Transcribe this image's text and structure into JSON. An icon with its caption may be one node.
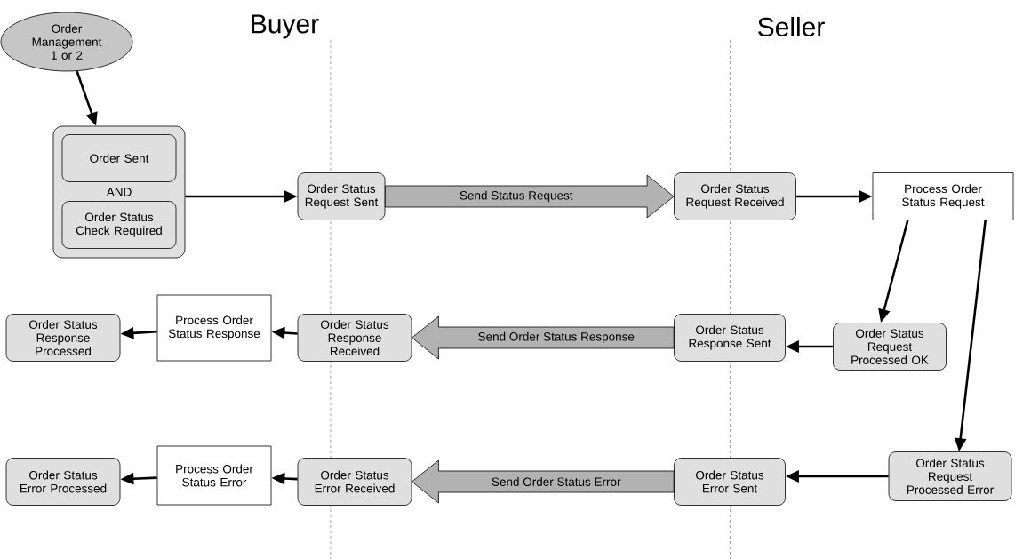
{
  "diagram": {
    "nodes": [
      {
        "text": [
          "Order Management 1 or 2"
        ]
      },
      {
        "text": [
          "AND"
        ]
      },
      {
        "text": [
          "Order Sent"
        ],
        "in": 1
      },
      {
        "text": [
          "Order Status Check Required"
        ],
        "in": 1
      },
      {
        "text": [
          "Order Status Request Sent"
        ]
      },
      {
        "text": [
          "Order Status Request Received"
        ]
      },
      {
        "text": [
          "Process Order Status Request"
        ]
      },
      {
        "text": [
          "Order Status Request Processed OK"
        ]
      },
      {
        "text": [
          "Order Status Response Sent"
        ]
      },
      {
        "text": [
          "Order Status Response Received"
        ]
      },
      {
        "text": [
          "Process Order Status Response"
        ]
      },
      {
        "text": [
          "Order Status Response Processed"
        ]
      },
      {
        "text": [
          "Order Status Request Processed Error"
        ]
      },
      {
        "text": [
          "Order Status Error Sent"
        ]
      },
      {
        "text": [
          "Order Status Error Received"
        ]
      },
      {
        "text": [
          "Process Order Status Error"
        ]
      },
      {
        "text": [
          "Order Status Error Processed"
        ]
      }
    ],
    "edges": [
      {
        "from": 0,
        "to": 1,
        "arrow": "to"
      },
      {
        "from": 1,
        "to": 4,
        "arrow": "to"
      },
      {
        "from": 4,
        "to": 5,
        "arrow": "to",
        "label": "Send Status Request",
        "style": "thick",
        "color": "#b2b2b2"
      },
      {
        "from": 5,
        "to": 6,
        "arrow": "to"
      },
      {
        "from": 6,
        "to": 7,
        "arrow": "to"
      },
      {
        "from": 6,
        "to": 12,
        "arrow": "to"
      },
      {
        "from": 7,
        "to": 8,
        "arrow": "to"
      },
      {
        "from": 8,
        "to": 9,
        "arrow": "to",
        "label": "Send Order Status Response",
        "style": "thick",
        "color": "#b2b2b2"
      },
      {
        "from": 9,
        "to": 10,
        "arrow": "to"
      },
      {
        "from": 10,
        "to": 11,
        "arrow": "to"
      },
      {
        "from": 12,
        "to": 13,
        "arrow": "to"
      },
      {
        "from": 13,
        "to": 14,
        "arrow": "to",
        "label": "Send Order Status Error",
        "style": "thick",
        "color": "#b2b2b2"
      },
      {
        "from": 14,
        "to": 15,
        "arrow": "to"
      },
      {
        "from": 15,
        "to": 16,
        "arrow": "to"
      }
    ],
    "labels": [
      "Buyer",
      "Seller"
    ]
  }
}
